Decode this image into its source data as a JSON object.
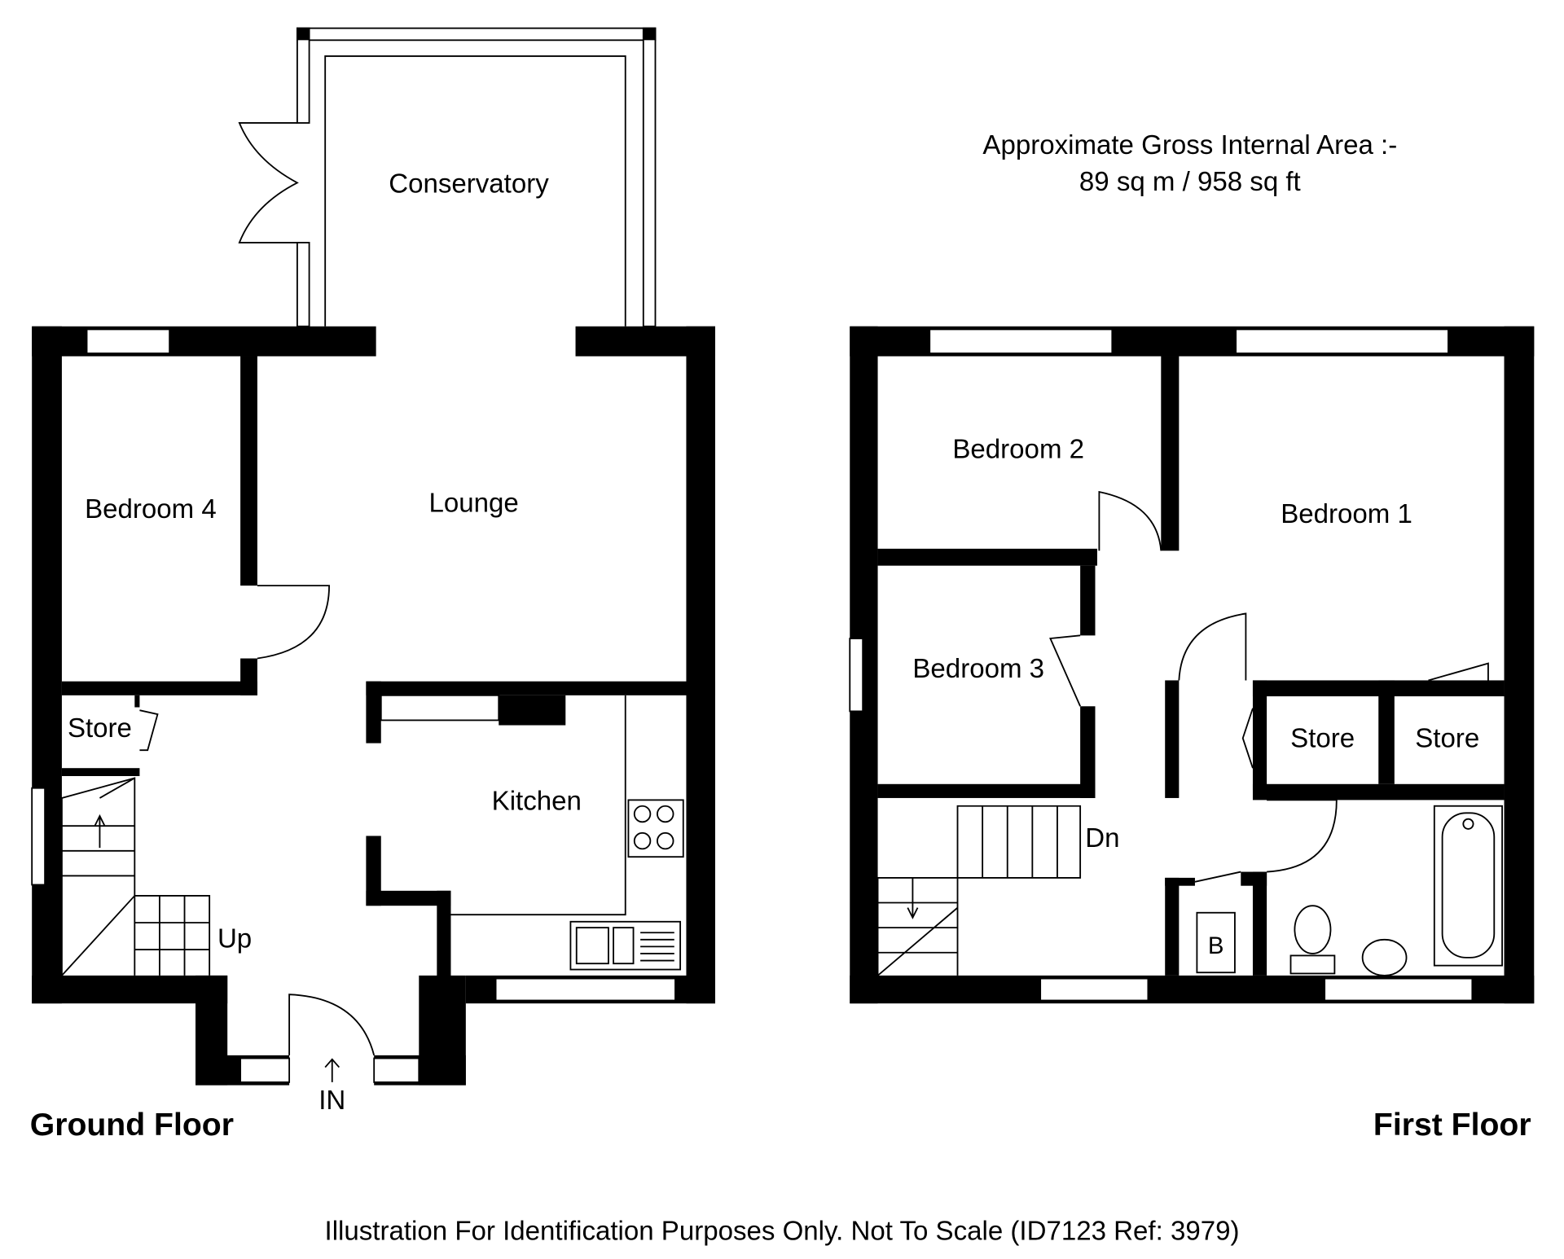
{
  "area": {
    "line1": "Approximate Gross Internal Area :-",
    "line2": "89 sq m / 958 sq ft"
  },
  "ground_floor": {
    "title": "Ground Floor",
    "rooms": {
      "conservatory": "Conservatory",
      "lounge": "Lounge",
      "bedroom4": "Bedroom 4",
      "store": "Store",
      "kitchen": "Kitchen"
    },
    "stairs_label": "Up",
    "entrance_label": "IN"
  },
  "first_floor": {
    "title": "First Floor",
    "rooms": {
      "bedroom1": "Bedroom 1",
      "bedroom2": "Bedroom 2",
      "bedroom3": "Bedroom 3",
      "store_a": "Store",
      "store_b": "Store",
      "boiler": "B"
    },
    "stairs_label": "Dn"
  },
  "footer": "Illustration For Identification Purposes Only. Not To Scale (ID7123 Ref: 3979)"
}
